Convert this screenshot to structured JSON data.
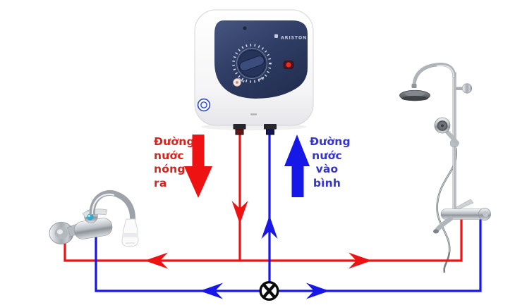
{
  "colors": {
    "hot_line": "#ee1212",
    "cold_line": "#1717e8",
    "hot_text": "#d8241e",
    "cold_text": "#3434cf",
    "valve_stroke": "#0b0b0b",
    "heater_panel": "#2e3c64",
    "indicator_red": "#ef2b1f"
  },
  "heater": {
    "brand": "ARISTON",
    "knob_max_label": "MAX",
    "knob_min_label": "MIN"
  },
  "labels": {
    "hot_lines": [
      "Đường",
      "nước",
      "nóng",
      "ra"
    ],
    "cold_lines": [
      "Đường",
      "nước",
      "vào",
      "bình"
    ]
  },
  "icons": {
    "valve": "circle-x-valve-icon",
    "hot_flow_arrow": "block-arrow-down-icon",
    "cold_flow_arrow": "block-arrow-up-icon"
  }
}
